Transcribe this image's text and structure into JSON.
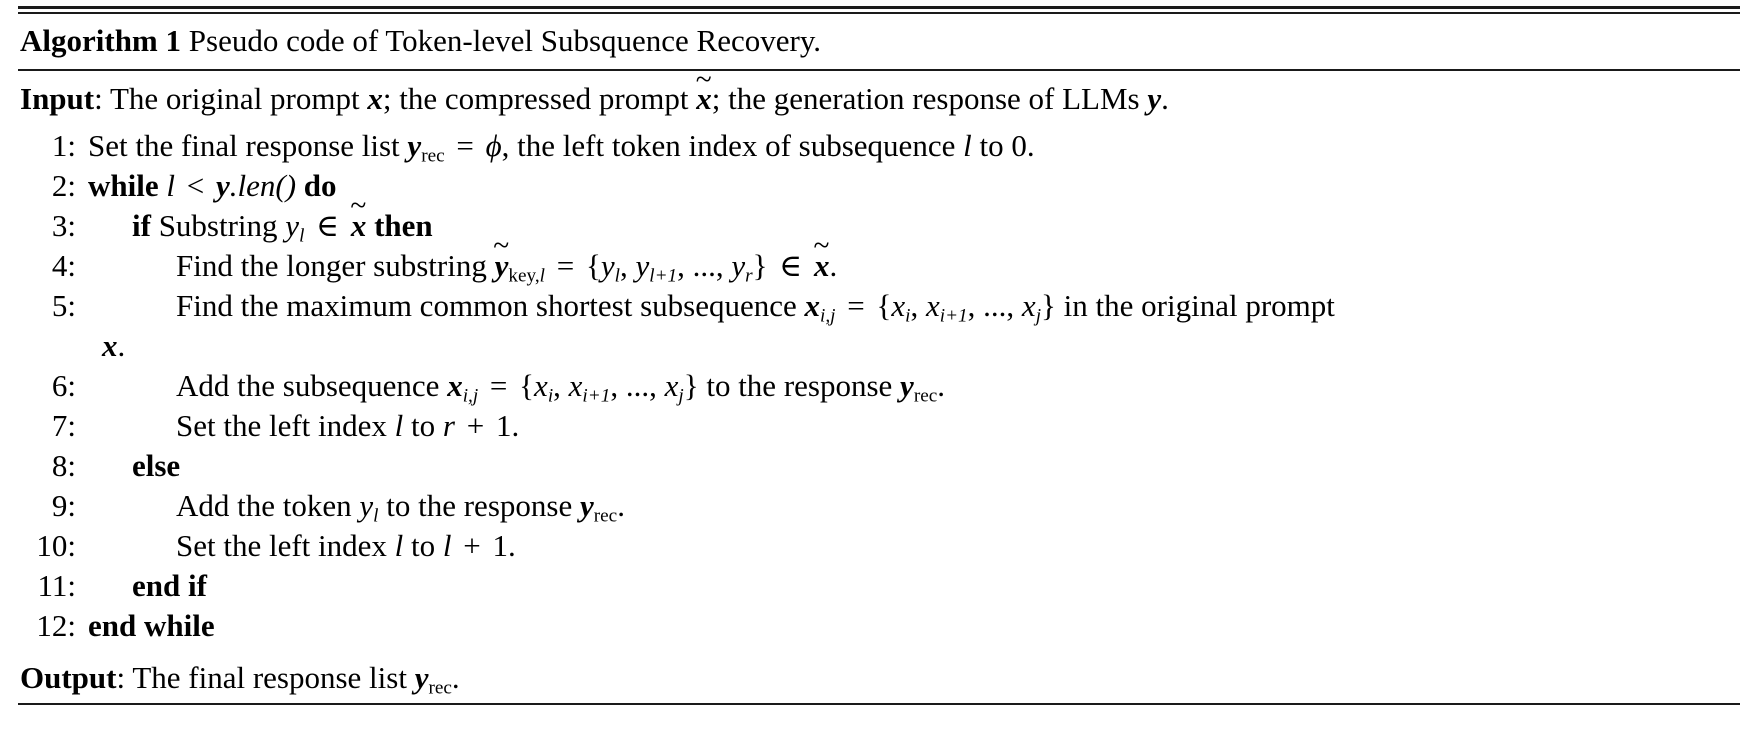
{
  "document": {
    "type": "algorithm-block",
    "font": "serif",
    "rules": {
      "top": "double",
      "bottom": "single",
      "color": "#1a1a1a"
    }
  },
  "caption": {
    "label": "Algorithm 1",
    "title": "Pseudo code of Token-level Subsquence Recovery."
  },
  "input": {
    "label": "Input",
    "separator": ":",
    "text_1": "The original prompt",
    "var_1": "x",
    "text_2": "; the compressed prompt",
    "var_2": "x̃",
    "text_3": "; the generation response of LLMs",
    "var_3": "y",
    "text_4": ".",
    "full_text": "Input: The original prompt x; the compressed prompt x̃; the generation response of LLMs y."
  },
  "output": {
    "label": "Output",
    "separator": ":",
    "text_1": "The final response list",
    "var_1": "y",
    "var_1_sub": "rec",
    "text_2": ".",
    "full_text": "Output: The final response list y_rec."
  },
  "steps": [
    {
      "num": "1:",
      "indent": 0,
      "text": "Set the final response list y_rec = ϕ, the left token index of subsequence l to 0.",
      "parts": {
        "t1": "Set the final response list",
        "v1": "y",
        "v1sub": "rec",
        "eq": "=",
        "phi": "ϕ",
        "t2": ", the left token index of subsequence",
        "v2": "l",
        "t3": "to 0."
      }
    },
    {
      "num": "2:",
      "indent": 0,
      "text": "while l < y.len() do",
      "parts": {
        "kw1": "while",
        "v1": "l",
        "lt": "<",
        "v2": "y",
        "fn": ".len()",
        "kw2": "do"
      }
    },
    {
      "num": "3:",
      "indent": 1,
      "text": "if Substring y_l ∈ x̃ then",
      "parts": {
        "kw1": "if",
        "t1": "Substring",
        "v1": "y",
        "v1sub": "l",
        "in": "∈",
        "v2": "x̃",
        "kw2": "then"
      }
    },
    {
      "num": "4:",
      "indent": 2,
      "text": "Find the longer substring ỹ_key,l = {y_l, y_{l+1}, ..., y_r} ∈ x̃.",
      "parts": {
        "t1": "Find the longer substring",
        "v1": "ỹ",
        "v1sub": "key,l",
        "eq": "=",
        "setopen": "{",
        "e1": "y",
        "e1sub": "l",
        "e2": "y",
        "e2sub": "l+1",
        "ellipsis": "...",
        "e3": "y",
        "e3sub": "r",
        "setclose": "}",
        "in": "∈",
        "v2": "x̃",
        "t2": "."
      }
    },
    {
      "num": "5:",
      "indent": 2,
      "text": "Find the maximum common shortest subsequence x_{i,j} = {x_i, x_{i+1}, ..., x_j} in the original prompt x.",
      "parts": {
        "t1": "Find the maximum common shortest subsequence",
        "v1": "x",
        "v1sub": "i,j",
        "eq": "=",
        "setopen": "{",
        "e1": "x",
        "e1sub": "i",
        "e2": "x",
        "e2sub": "i+1",
        "ellipsis": "...",
        "e3": "x",
        "e3sub": "j",
        "setclose": "}",
        "t2": "in the original prompt"
      },
      "continuation": {
        "v": "x",
        "t": "."
      }
    },
    {
      "num": "6:",
      "indent": 2,
      "text": "Add the subsequence x_{i,j} = {x_i, x_{i+1}, ..., x_j} to the response y_rec.",
      "parts": {
        "t1": "Add the subsequence",
        "v1": "x",
        "v1sub": "i,j",
        "eq": "=",
        "setopen": "{",
        "e1": "x",
        "e1sub": "i",
        "e2": "x",
        "e2sub": "i+1",
        "ellipsis": "...",
        "e3": "x",
        "e3sub": "j",
        "setclose": "}",
        "t2": "to the response",
        "v2": "y",
        "v2sub": "rec",
        "t3": "."
      }
    },
    {
      "num": "7:",
      "indent": 2,
      "text": "Set the left index l to r + 1.",
      "parts": {
        "t1": "Set the left index",
        "v1": "l",
        "t2": "to",
        "v2": "r",
        "plus": "+",
        "one": "1."
      }
    },
    {
      "num": "8:",
      "indent": 1,
      "text": "else",
      "parts": {
        "kw1": "else"
      }
    },
    {
      "num": "9:",
      "indent": 2,
      "text": "Add the token y_l to the response y_rec.",
      "parts": {
        "t1": "Add the token",
        "v1": "y",
        "v1sub": "l",
        "t2": "to the response",
        "v2": "y",
        "v2sub": "rec",
        "t3": "."
      }
    },
    {
      "num": "10:",
      "indent": 2,
      "text": "Set the left index l to l + 1.",
      "parts": {
        "t1": "Set the left index",
        "v1": "l",
        "t2": "to",
        "v2": "l",
        "plus": "+",
        "one": "1."
      }
    },
    {
      "num": "11:",
      "indent": 1,
      "text": "end if",
      "parts": {
        "kw1": "end if"
      }
    },
    {
      "num": "12:",
      "indent": 0,
      "text": "end while",
      "parts": {
        "kw1": "end while"
      }
    }
  ]
}
